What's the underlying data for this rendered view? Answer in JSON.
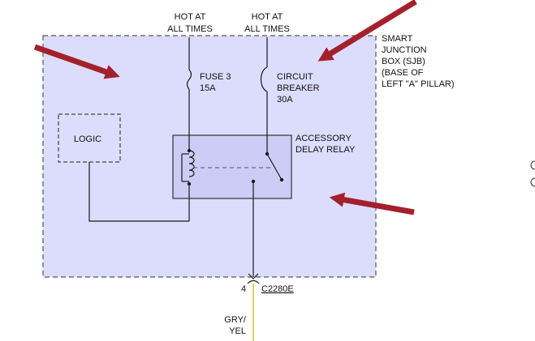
{
  "labels": {
    "hot_left_line1": "HOT AT",
    "hot_left_line2": "ALL TIMES",
    "hot_right_line1": "HOT AT",
    "hot_right_line2": "ALL TIMES",
    "sjb_line1": "SMART",
    "sjb_line2": "JUNCTION",
    "sjb_line3": "BOX (SJB)",
    "sjb_line4": "(BASE OF",
    "sjb_line5": "LEFT \"A\" PILLAR)",
    "fuse_name": "FUSE 3",
    "fuse_rating": "15A",
    "breaker_line1": "CIRCUIT",
    "breaker_line2": "BREAKER",
    "breaker_rating": "30A",
    "relay_line1": "ACCESSORY",
    "relay_line2": "DELAY RELAY",
    "logic": "LOGIC",
    "connector_pin": "4",
    "connector_name": "C2280E",
    "wire_color_line1": "GRY/",
    "wire_color_line2": "YEL"
  },
  "colors": {
    "sjb_fill": "#dcdcfc",
    "relay_fill": "#ccccf7",
    "arrow": "#a3202c",
    "wire_gry_yel": "#d6d65a"
  }
}
